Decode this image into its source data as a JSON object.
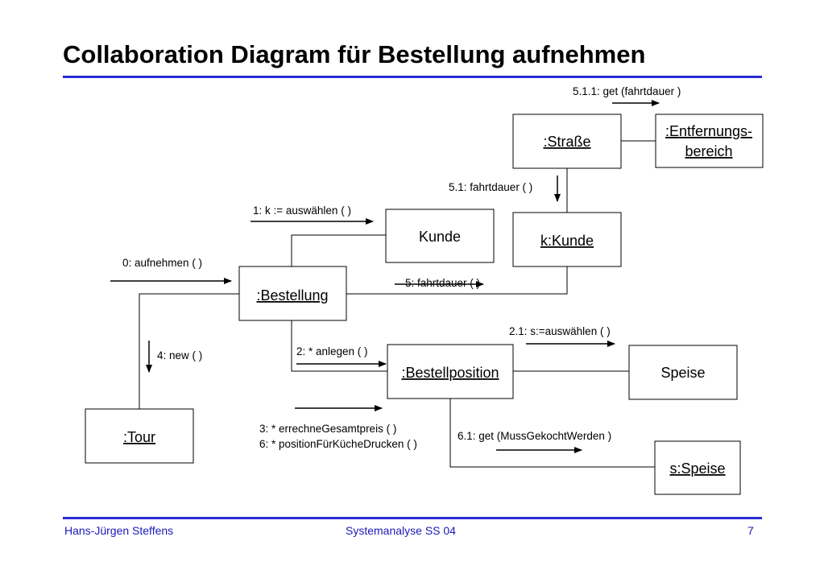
{
  "title": "Collaboration Diagram für Bestellung aufnehmen",
  "colors": {
    "rule": "#2b2bd6",
    "footer_text": "#1a1ab8"
  },
  "objects": {
    "strasse": ":Straße",
    "entfernung_line1": ":Entfernungs-",
    "entfernung_line2": "bereich",
    "kunde": "Kunde",
    "k_kunde": "k:Kunde",
    "bestellung": ":Bestellung",
    "bestellposition": ":Bestellposition",
    "speise": "Speise",
    "tour": ":Tour",
    "s_speise": "s:Speise"
  },
  "messages": {
    "m511": "5.1.1: get (fahrtdauer )",
    "m51": "5.1: fahrtdauer ( )",
    "m1": "1: k := auswählen ( )",
    "m0": "0: aufnehmen ( )",
    "m5": "5: fahrtdauer ( )",
    "m21": "2.1:  s:=auswählen ( )",
    "m4": "4: new ( )",
    "m2": "2: * anlegen ( )",
    "m3": "3: * errechneGesamtpreis ( )",
    "m6": "6: * positionFürKücheDrucken ( )",
    "m61": "6.1: get (MussGekochtWerden )"
  },
  "footer": {
    "author": "Hans-Jürgen Steffens",
    "course": "Systemanalyse SS 04",
    "page": "7"
  }
}
